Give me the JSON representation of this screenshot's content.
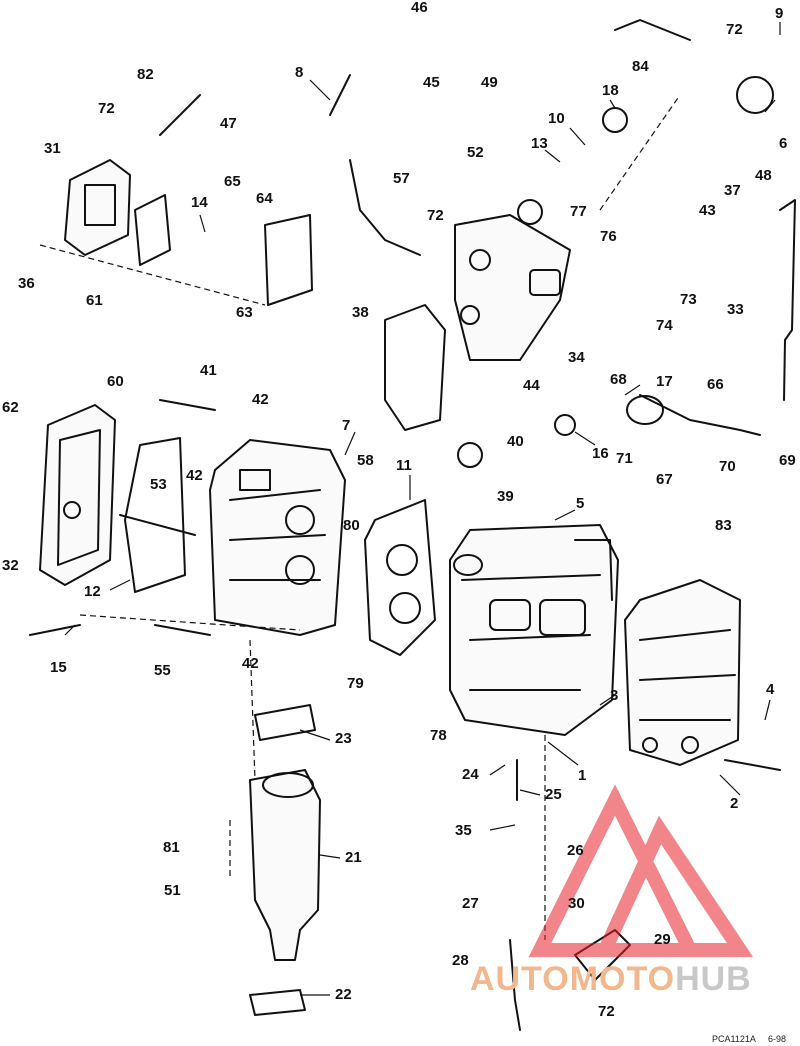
{
  "diagram": {
    "part_labels": [
      "1",
      "2",
      "3",
      "4",
      "5",
      "6",
      "7",
      "8",
      "9",
      "10",
      "11",
      "12",
      "13",
      "14",
      "15",
      "16",
      "17",
      "18",
      "21",
      "22",
      "23",
      "24",
      "25",
      "26",
      "27",
      "28",
      "29",
      "30",
      "31",
      "32",
      "33",
      "34",
      "35",
      "36",
      "37",
      "38",
      "39",
      "40",
      "41",
      "42",
      "42",
      "42",
      "43",
      "44",
      "45",
      "46",
      "47",
      "48",
      "49",
      "51",
      "52",
      "53",
      "55",
      "57",
      "58",
      "60",
      "61",
      "62",
      "63",
      "64",
      "65",
      "66",
      "67",
      "68",
      "69",
      "70",
      "71",
      "72",
      "72",
      "72",
      "72",
      "73",
      "74",
      "76",
      "77",
      "78",
      "79",
      "80",
      "81",
      "82",
      "83",
      "84"
    ],
    "drawing_code": "PCA1121A",
    "drawing_date": "6-98"
  },
  "watermark": {
    "prefix": "AUTOMOTO",
    "suffix": "HUB",
    "prefix_color": "#f3b78d",
    "suffix_color": "#c8c8c8",
    "logo_color": "#e8232a"
  }
}
